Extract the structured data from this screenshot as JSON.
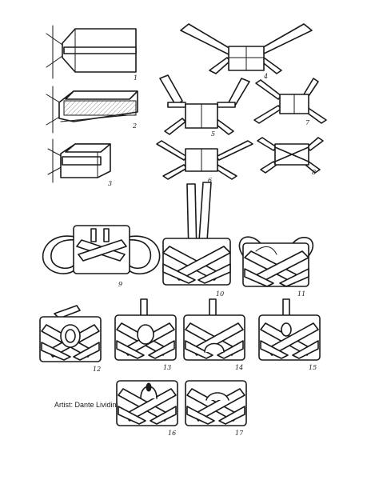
{
  "figure": {
    "steps": [
      {
        "label": "1"
      },
      {
        "label": "2"
      },
      {
        "label": "3"
      },
      {
        "label": "4"
      },
      {
        "label": "5"
      },
      {
        "label": "6"
      },
      {
        "label": "7"
      },
      {
        "label": "8"
      },
      {
        "label": "9"
      },
      {
        "label": "10"
      },
      {
        "label": "11"
      },
      {
        "label": "12"
      },
      {
        "label": "13"
      },
      {
        "label": "14"
      },
      {
        "label": "15"
      },
      {
        "label": "16"
      },
      {
        "label": "17"
      }
    ],
    "credit": "Artist: Dante Lividini"
  }
}
